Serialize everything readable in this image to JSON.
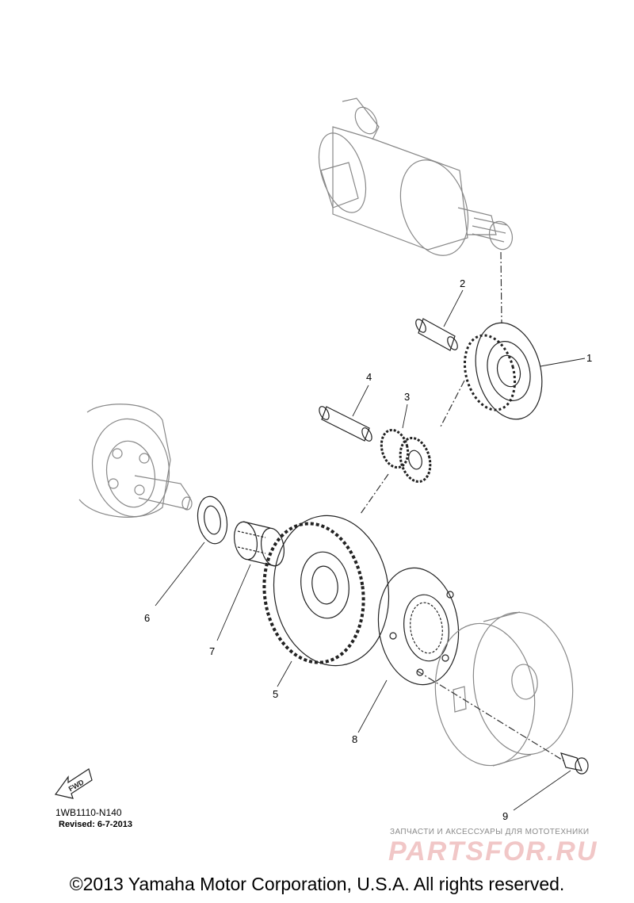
{
  "parts": [
    {
      "id": "1",
      "label": "1"
    },
    {
      "id": "2",
      "label": "2"
    },
    {
      "id": "3",
      "label": "3"
    },
    {
      "id": "4",
      "label": "4"
    },
    {
      "id": "5",
      "label": "5"
    },
    {
      "id": "6",
      "label": "6"
    },
    {
      "id": "7",
      "label": "7"
    },
    {
      "id": "8",
      "label": "8"
    },
    {
      "id": "9",
      "label": "9"
    }
  ],
  "direction_marker": "FWD",
  "diagram_code": "1WB1110-N140",
  "revised": "Revised: 6-7-2013",
  "watermark": {
    "subtitle": "ЗАПЧАСТИ И АКСЕССУАРЫ ДЛЯ МОТОТЕХНИКИ",
    "logo": "PARTSFOR.RU"
  },
  "copyright": "©2013 Yamaha Motor Corporation, U.S.A. All rights reserved."
}
